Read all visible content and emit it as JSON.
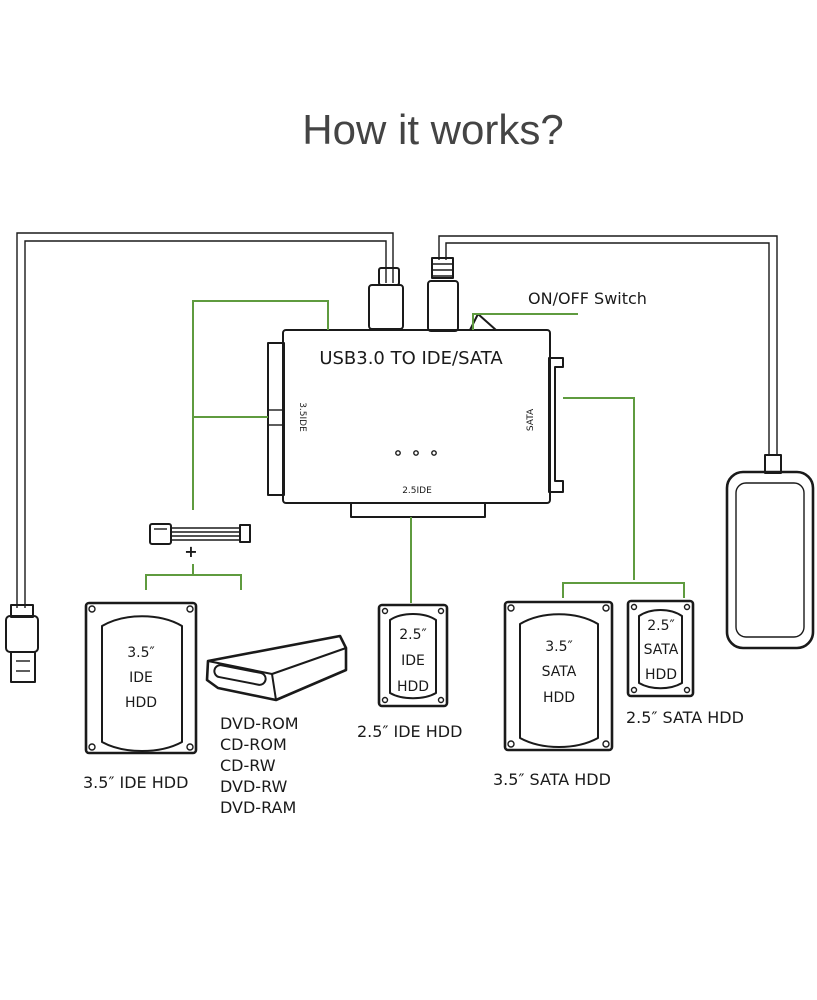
{
  "title": "How it works?",
  "adapter": {
    "label": "USB3.0 TO IDE/SATA",
    "port_ide35": "3.5IDE",
    "port_sata": "SATA",
    "port_ide25": "2.5IDE"
  },
  "switch_label": "ON/OFF Switch",
  "power_plus": "+",
  "devices": {
    "ide35": {
      "size": "3.5″",
      "type": "IDE",
      "kind": "HDD",
      "caption": "3.5″  IDE HDD"
    },
    "optical": {
      "lines": [
        "DVD-ROM",
        "CD-ROM",
        "CD-RW",
        "DVD-RW",
        "DVD-RAM"
      ]
    },
    "ide25": {
      "size": "2.5″",
      "type": "IDE",
      "kind": "HDD",
      "caption": "2.5″  IDE HDD"
    },
    "sata35": {
      "size": "3.5″",
      "type": "SATA",
      "kind": "HDD",
      "caption": "3.5″  SATA HDD"
    },
    "sata25": {
      "size": "2.5″",
      "type": "SATA",
      "kind": "HDD",
      "caption": "2.5″  SATA HDD"
    }
  },
  "colors": {
    "line_dark": "#1a1a1a",
    "line_green": "#5f9b3f",
    "title": "#444444"
  }
}
